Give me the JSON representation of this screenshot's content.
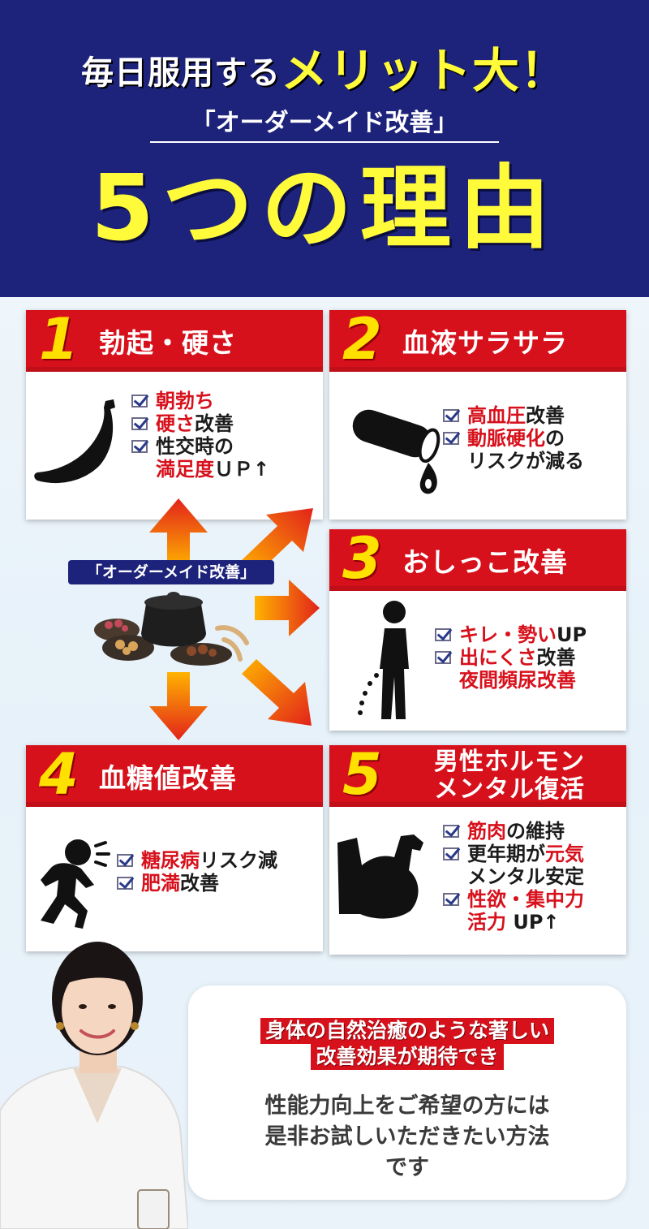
{
  "hero": {
    "line1_pre": "毎日服用する",
    "line1_big": "メリット大！",
    "sub": "「オーダーメイド改善」",
    "main": "5つの理由"
  },
  "center_label": "「オーダーメイド改善」",
  "cards": [
    {
      "num": "1",
      "title": "勃起・硬さ",
      "icon": "banana-icon",
      "items": [
        {
          "check": true,
          "red": "朝勃ち",
          "text": ""
        },
        {
          "check": true,
          "red": "硬さ",
          "text": "改善"
        },
        {
          "check": true,
          "red": "",
          "text": "性交時の"
        },
        {
          "check": false,
          "red": "満足度",
          "text": "ＵＰ↑"
        }
      ]
    },
    {
      "num": "2",
      "title": "血液サラサラ",
      "icon": "blood-vessel-icon",
      "items": [
        {
          "check": true,
          "red": "高血圧",
          "text": "改善"
        },
        {
          "check": true,
          "red": "動脈硬化",
          "text": "の"
        },
        {
          "check": false,
          "red": "",
          "text": "リスクが減る"
        }
      ]
    },
    {
      "num": "3",
      "title": "おしっこ改善",
      "icon": "urinating-person-icon",
      "items": [
        {
          "check": true,
          "red": "キレ・勢い",
          "text": "UP"
        },
        {
          "check": true,
          "red": "出にくさ",
          "text": "改善"
        },
        {
          "check": false,
          "red": "夜間頻尿改善",
          "text": ""
        }
      ]
    },
    {
      "num": "4",
      "title": "血糖値改善",
      "icon": "running-person-icon",
      "items": [
        {
          "check": true,
          "red": "糖尿病",
          "text": "リスク減"
        },
        {
          "check": true,
          "red": "肥満",
          "text": "改善"
        }
      ]
    },
    {
      "num": "5",
      "title_line1": "男性ホルモン",
      "title_line2": "メンタル復活",
      "icon": "flexed-arm-icon",
      "items": [
        {
          "check": true,
          "red": "筋肉",
          "text": "の維持"
        },
        {
          "check": true,
          "red": "",
          "text": "更年期が",
          "red2": "元気"
        },
        {
          "check": false,
          "red": "",
          "text": "メンタル安定"
        },
        {
          "check": true,
          "red": "性欲・集中力",
          "text": ""
        },
        {
          "check": false,
          "red": "活力",
          "text": " UP↑"
        }
      ]
    }
  ],
  "speech": {
    "red_line1": "身体の自然治癒のような著しい",
    "red_line2": "改善効果が期待でき",
    "black": "性能力向上をご希望の方には\n是非お試しいただきたい方法\nです"
  }
}
